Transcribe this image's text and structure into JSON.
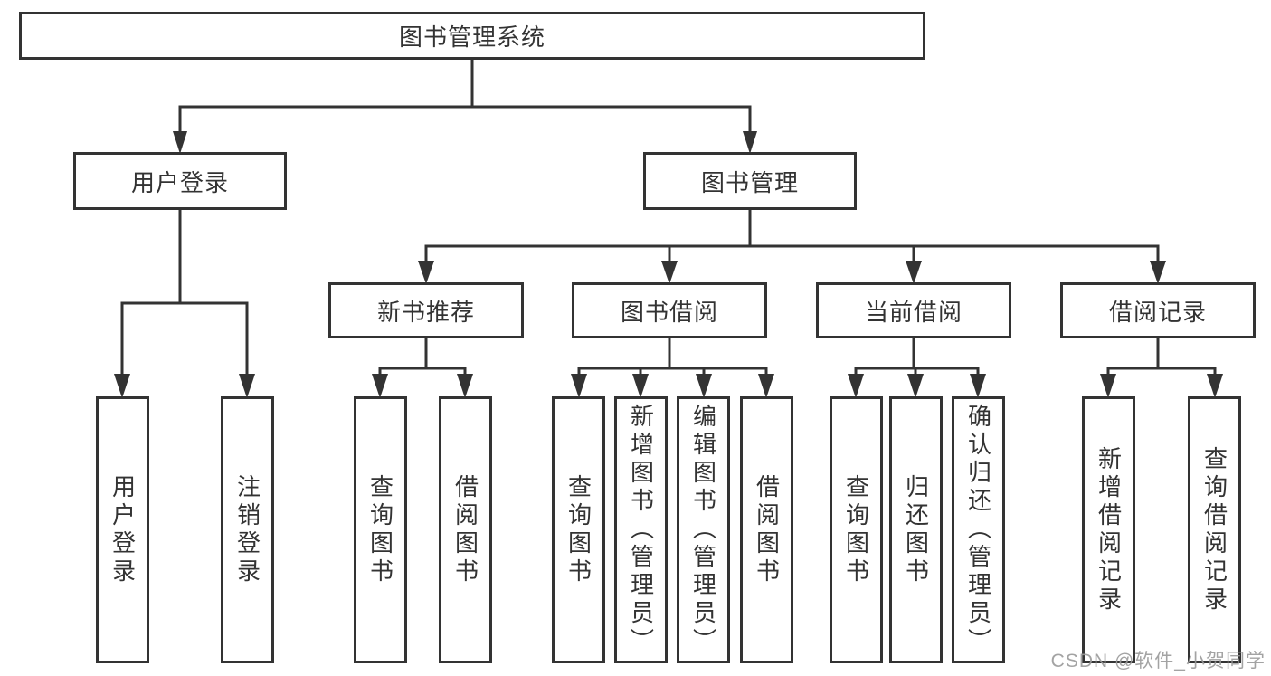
{
  "diagram_title": "图书管理系统",
  "colors": {
    "line": "#333333",
    "box_border": "#333333",
    "text": "#333333",
    "watermark": "#9a9a9a",
    "background": "#ffffff"
  },
  "tree": {
    "root": {
      "label": "图书管理系统",
      "children": [
        {
          "label": "用户登录",
          "children": [
            {
              "label": "用户登录"
            },
            {
              "label": "注销登录"
            }
          ]
        },
        {
          "label": "图书管理",
          "children": [
            {
              "label": "新书推荐",
              "children": [
                {
                  "label": "查询图书"
                },
                {
                  "label": "借阅图书"
                }
              ]
            },
            {
              "label": "图书借阅",
              "children": [
                {
                  "label": "查询图书"
                },
                {
                  "label": "新增图书（管理员）"
                },
                {
                  "label": "编辑图书（管理员）"
                },
                {
                  "label": "借阅图书"
                }
              ]
            },
            {
              "label": "当前借阅",
              "children": [
                {
                  "label": "查询图书"
                },
                {
                  "label": "归还图书"
                },
                {
                  "label": "确认归还（管理员）"
                }
              ]
            },
            {
              "label": "借阅记录",
              "children": [
                {
                  "label": "新增借阅记录"
                },
                {
                  "label": "查询借阅记录"
                }
              ]
            }
          ]
        }
      ]
    }
  },
  "watermark": "CSDN @软件_小贺同学"
}
